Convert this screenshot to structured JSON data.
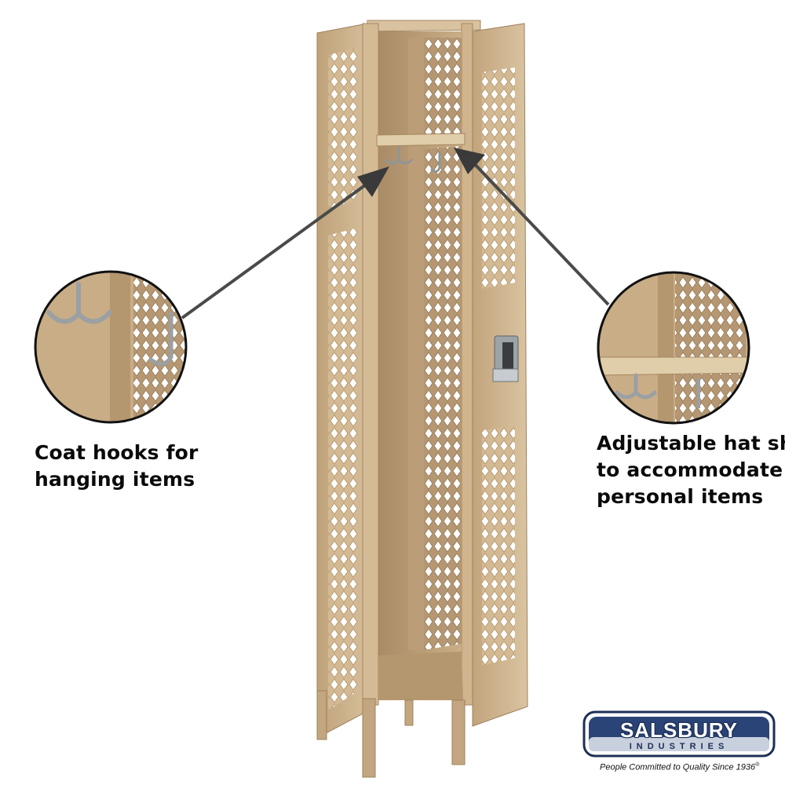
{
  "image": {
    "subject": "single-tier ventilated metal locker, open door",
    "finish_color": "#c9ad86"
  },
  "callouts": [
    {
      "id": "coat-hooks",
      "lines": [
        "Coat hooks for",
        "hanging items"
      ],
      "detail_icon": "coat-hook-detail"
    },
    {
      "id": "hat-shelf",
      "lines": [
        "Adjustable hat shelf",
        "to accommodate",
        "personal items"
      ],
      "detail_icon": "hat-shelf-detail"
    }
  ],
  "brand": {
    "name": "SALSBURY",
    "subtitle": "INDUSTRIES",
    "tagline": "People Committed to Quality Since 1936",
    "trademark": "®",
    "badge_color": "#2b4477"
  }
}
